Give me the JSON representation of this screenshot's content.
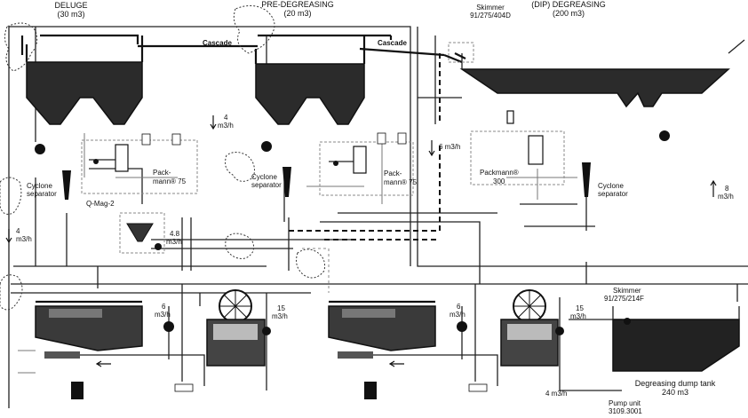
{
  "tanks": {
    "deluge": {
      "name": "DELUGE",
      "volume": "(30 m3)"
    },
    "predegreasing": {
      "name": "PRE-DEGREASING",
      "volume": "(20 m3)"
    },
    "dip_degreasing": {
      "name": "(DIP) DEGREASING",
      "volume": "(200 m3)"
    },
    "dump_tank": {
      "name": "Degreasing dump tank",
      "volume": "240 m3"
    }
  },
  "labels": {
    "cascade_1": "Cascade",
    "cascade_2": "Cascade",
    "skimmer_top_name": "Skimmer",
    "skimmer_top_code": "91/275/404D",
    "skimmer_bottom_name": "Skimmer",
    "skimmer_bottom_code": "91/275/214F",
    "cyclone_1_a": "Cyclone",
    "cyclone_1_b": "separator",
    "cyclone_2_a": "Cyclone",
    "cyclone_2_b": "separator",
    "cyclone_3_a": "Cyclone",
    "cyclone_3_b": "separator",
    "packmann_1_a": "Pack-",
    "packmann_1_b": "mann® 75",
    "packmann_2_a": "Pack-",
    "packmann_2_b": "mann® 75",
    "packmann_3_a": "Packmann®",
    "packmann_3_b": "300",
    "qmag": "Q-Mag-2",
    "pump_unit_a": "Pump unit",
    "pump_unit_b": "3109.3001"
  },
  "flows": {
    "f_4_left_a": "4",
    "f_4_left_b": "m3/h",
    "f_4_mid_a": "4",
    "f_4_mid_b": "m3/h",
    "f_6_mid": "6 m3/h",
    "f_8_right_a": "8",
    "f_8_right_b": "m3/h",
    "f_48_a": "4.8",
    "f_48_b": "m3/h",
    "f_6_left_a": "6",
    "f_6_left_b": "m3/h",
    "f_15_left_a": "15",
    "f_15_left_b": "m3/h",
    "f_6_right_a": "6",
    "f_6_right_b": "m3/h",
    "f_15_right_a": "15",
    "f_15_right_b": "m3/h",
    "f_4_bottom": "4 m3/h"
  }
}
